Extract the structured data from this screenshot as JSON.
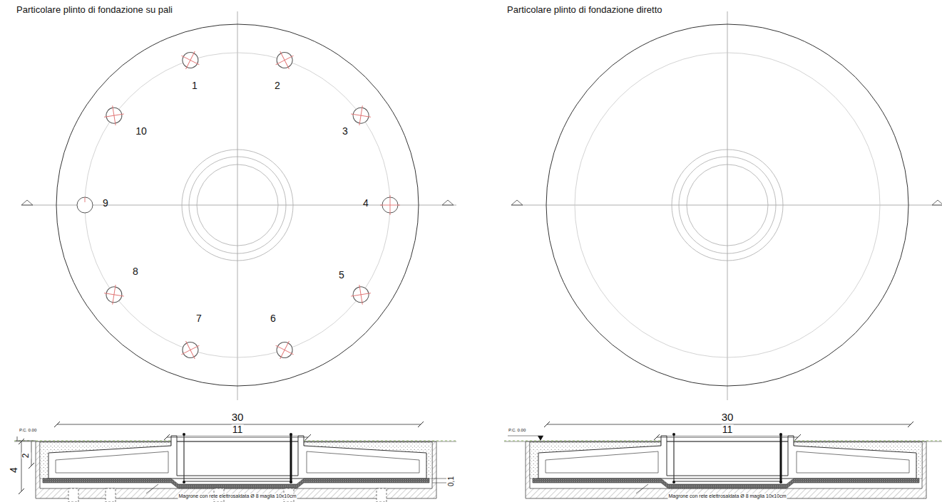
{
  "diagram": {
    "labels": [
      "Particolare plinto di fondazione su pali",
      "1",
      "2",
      "10",
      "3",
      "9",
      "4",
      "8",
      "5",
      "7",
      "6",
      "30",
      "11",
      "P.C. 0.00",
      "4",
      "2",
      "0,1",
      "Magrone con rete elettrosaldata Ø 8 maglia 10x10cm",
      "Particolare plinto di fondazione diretto",
      "30",
      "11",
      "P.C. 0.00",
      "Magrone con rete elettrosaldata Ø 8 maglia 10x10cm"
    ]
  }
}
